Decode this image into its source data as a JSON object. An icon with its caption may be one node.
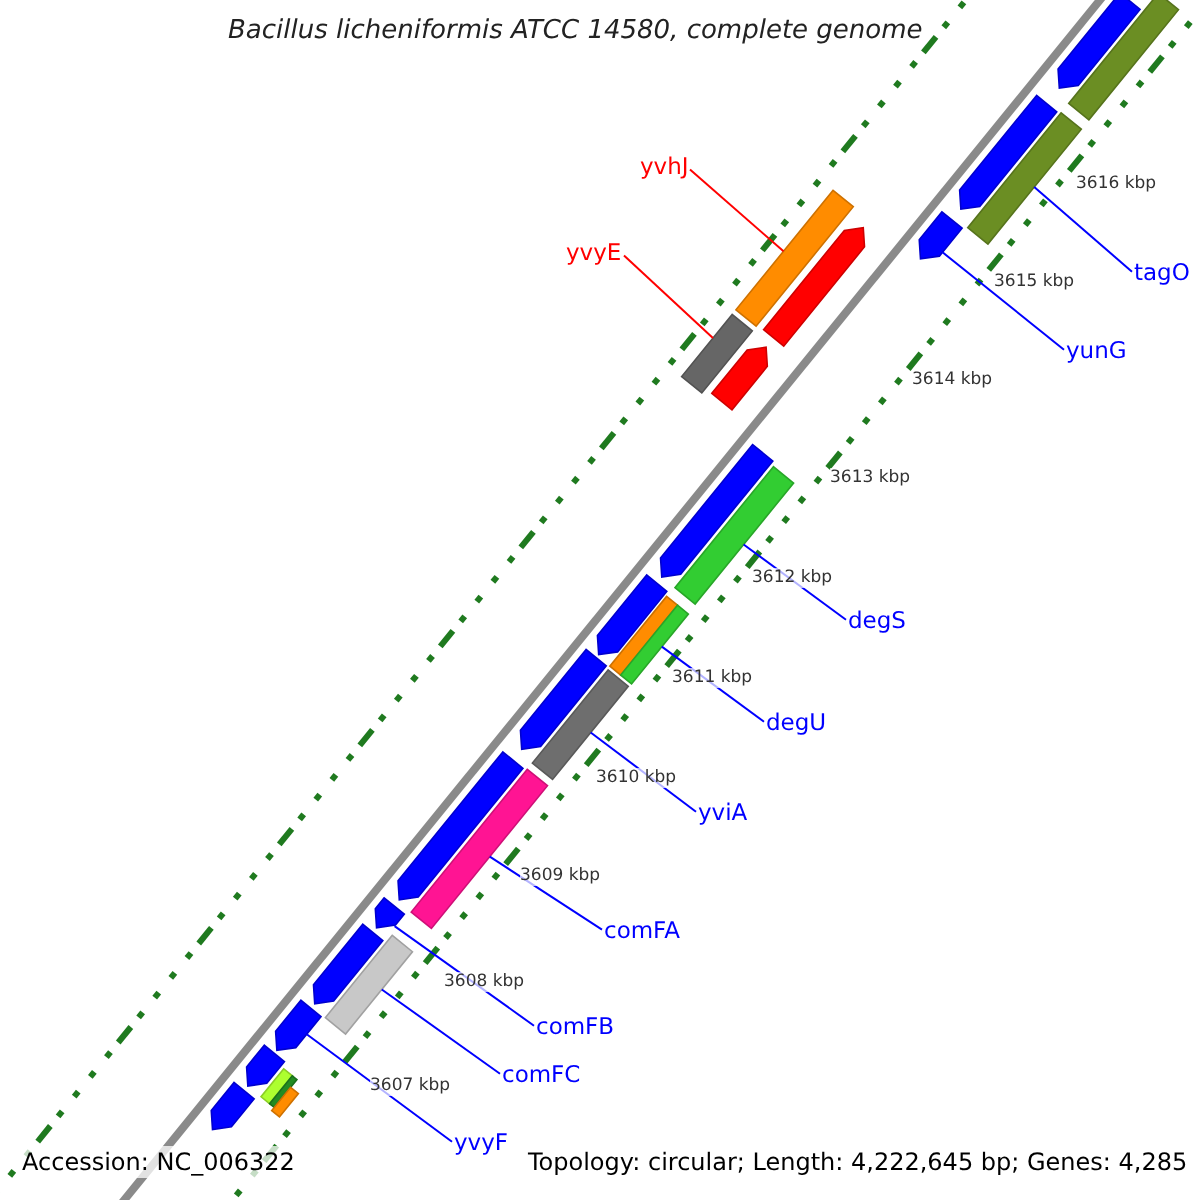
{
  "diagram": {
    "title": "Bacillus licheniformis ATCC 14580, complete genome",
    "nodes": [
      {
        "text": [
          "yvhJ"
        ]
      },
      {
        "text": [
          "yvyE"
        ]
      },
      {
        "text": [
          "tagO"
        ]
      },
      {
        "text": [
          "yunG"
        ]
      },
      {
        "text": [
          "degS"
        ]
      },
      {
        "text": [
          "degU"
        ]
      },
      {
        "text": [
          "yviA"
        ]
      },
      {
        "text": [
          "comFA"
        ]
      },
      {
        "text": [
          "comFB"
        ]
      },
      {
        "text": [
          "comFC"
        ]
      },
      {
        "text": [
          "yvyF"
        ]
      },
      {
        "text": [],
        "shape": "arrow"
      },
      {
        "text": [],
        "shape": "bar"
      },
      {
        "text": [],
        "shape": "bar"
      },
      {
        "text": [],
        "shape": "arrow"
      },
      {
        "text": [],
        "shape": "arrow"
      },
      {
        "text": [],
        "shape": "bar"
      },
      {
        "text": [],
        "shape": "arrow"
      },
      {
        "text": [],
        "shape": "bar"
      },
      {
        "text": [],
        "shape": "arrow"
      },
      {
        "text": [],
        "shape": "arrow"
      },
      {
        "text": [],
        "shape": "bar"
      },
      {
        "text": [],
        "shape": "arrow"
      },
      {
        "text": [],
        "shape": "bar"
      },
      {
        "text": [],
        "shape": "bar"
      },
      {
        "text": [],
        "shape": "arrow"
      },
      {
        "text": [],
        "shape": "bar"
      },
      {
        "text": [],
        "shape": "bar"
      },
      {
        "text": [],
        "shape": "arrow"
      },
      {
        "text": [],
        "shape": "arrow"
      },
      {
        "text": [],
        "shape": "bar"
      },
      {
        "text": [],
        "shape": "arrow"
      },
      {
        "text": [],
        "shape": "arrow"
      },
      {
        "text": [],
        "shape": "arrow"
      },
      {
        "text": [],
        "shape": "bar"
      },
      {
        "text": [],
        "shape": "bar"
      },
      {
        "text": [],
        "shape": "bar"
      },
      {
        "text": [],
        "shape": "arrow"
      }
    ],
    "edges": [
      {
        "from": 0,
        "to": 16,
        "arrow": "none",
        "color": "#ff0000"
      },
      {
        "from": 1,
        "to": 18,
        "arrow": "none",
        "color": "#ff0000"
      },
      {
        "from": 2,
        "to": 13,
        "arrow": "none"
      },
      {
        "from": 3,
        "to": 15,
        "arrow": "none"
      },
      {
        "from": 4,
        "to": 21,
        "arrow": "none"
      },
      {
        "from": 5,
        "to": 24,
        "arrow": "none"
      },
      {
        "from": 6,
        "to": 26,
        "arrow": "none"
      },
      {
        "from": 7,
        "to": 27,
        "arrow": "none"
      },
      {
        "from": 8,
        "to": 29,
        "arrow": "none"
      },
      {
        "from": 9,
        "to": 30,
        "arrow": "none"
      },
      {
        "from": 10,
        "to": 32,
        "arrow": "none"
      }
    ],
    "labels": [
      "3616 kbp",
      "3615 kbp",
      "3614 kbp",
      "3613 kbp",
      "3612 kbp",
      "3611 kbp",
      "3610 kbp",
      "3609 kbp",
      "3608 kbp",
      "3607 kbp",
      "Accession: NC_006322",
      "Topology: circular; Length: 4,222,645 bp; Genes: 4,285"
    ]
  }
}
